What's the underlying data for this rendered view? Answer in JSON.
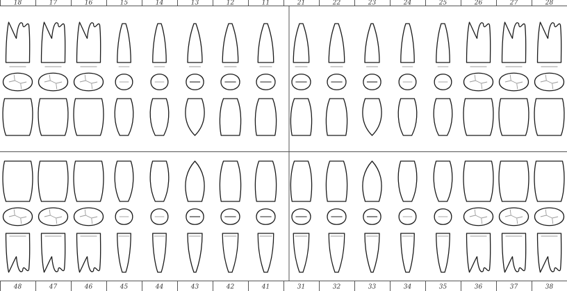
{
  "chart": {
    "upper_labels": [
      "18",
      "17",
      "16",
      "15",
      "14",
      "13",
      "12",
      "11",
      "21",
      "22",
      "23",
      "24",
      "25",
      "26",
      "27",
      "28"
    ],
    "lower_labels": [
      "48",
      "47",
      "46",
      "45",
      "44",
      "43",
      "42",
      "41",
      "31",
      "32",
      "33",
      "34",
      "35",
      "36",
      "37",
      "38"
    ],
    "upper_types": [
      "molar",
      "molar",
      "molar",
      "premolar",
      "premolar",
      "canine",
      "incisor",
      "incisor",
      "incisor",
      "incisor",
      "canine",
      "premolar",
      "premolar",
      "molar",
      "molar",
      "molar"
    ],
    "lower_types": [
      "molar",
      "molar",
      "molar",
      "premolar",
      "premolar",
      "canine",
      "incisor",
      "incisor",
      "incisor",
      "incisor",
      "canine",
      "premolar",
      "premolar",
      "molar",
      "molar",
      "molar"
    ],
    "colors": {
      "outline": "#1a1a1a",
      "fissure": "#9a9a9a",
      "grid": "#555555",
      "background": "#ffffff"
    }
  }
}
